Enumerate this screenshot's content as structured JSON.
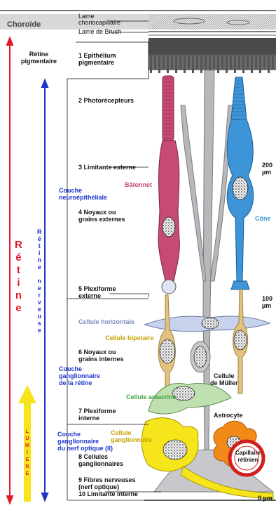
{
  "colors": {
    "red": "#e11a2a",
    "blue": "#1d35c9",
    "rod": "#c64a73",
    "cone": "#3d95d8",
    "muller": "#b8b8bc",
    "bipolar": "#e2c27c",
    "horizontal": "#c7d2ec",
    "amacrine": "#bfe0b0",
    "ganglion": "#f6e51a",
    "astrocyte": "#f28a1a",
    "capillary": "#d41e1e"
  },
  "top": {
    "choroide": "Choroïde",
    "lame": "Lame",
    "choriocapillaire": "choriocapillaire",
    "bruch": "Lame de Bruch"
  },
  "zones": {
    "retine_pigmentaire": [
      "Rétine",
      "pigmentaire"
    ],
    "couche_neuro": [
      "Couche",
      "neuroépithéliale"
    ],
    "couche_ganglionnaire": [
      "Couche",
      "ganglionnaire",
      "de la rétine"
    ],
    "couche_nerf": [
      "Couche",
      "ganglionnaire",
      "du nerf optique (II)"
    ]
  },
  "vertical": {
    "retine": "Rétine",
    "retine_nerveuse": "Rétine nerveuse",
    "lumiere": "LUMIERE"
  },
  "layers": {
    "l1": [
      "1 Epithélium",
      "pigmentaire"
    ],
    "l2": [
      "2 Photorécepteurs"
    ],
    "l3": [
      "3 Limitante externe"
    ],
    "l4": [
      "4 Noyaux ou",
      "grains externes"
    ],
    "l5": [
      "5 Plexiforme",
      "externe"
    ],
    "l6": [
      "6 Noyaux ou",
      "grains internes"
    ],
    "l7": [
      "7 Plexiforme",
      "interne"
    ],
    "l8": [
      "8 Cellules",
      "ganglionnaires"
    ],
    "l9": [
      "9 Fibres nerveuses",
      "(nerf optique)"
    ],
    "l10": [
      "10 Limitante interne"
    ]
  },
  "cells": {
    "batonnet": "Bâtonnet",
    "cone": "Cône",
    "horizontale": "Cellule horizontale",
    "bipolaire": "Cellule bipolaire",
    "muller": [
      "Cellule",
      "de Müller"
    ],
    "amacrine": "Cellule amacrine",
    "ganglionnaire": [
      "Cellule",
      "ganglionnaire"
    ],
    "astrocyte": "Astrocyte",
    "capillaire": [
      "Capillaire",
      "rétinien"
    ]
  },
  "scale": {
    "s200": [
      "200",
      "µm"
    ],
    "s100": [
      "100",
      "µm"
    ],
    "s0": "0 µm"
  }
}
